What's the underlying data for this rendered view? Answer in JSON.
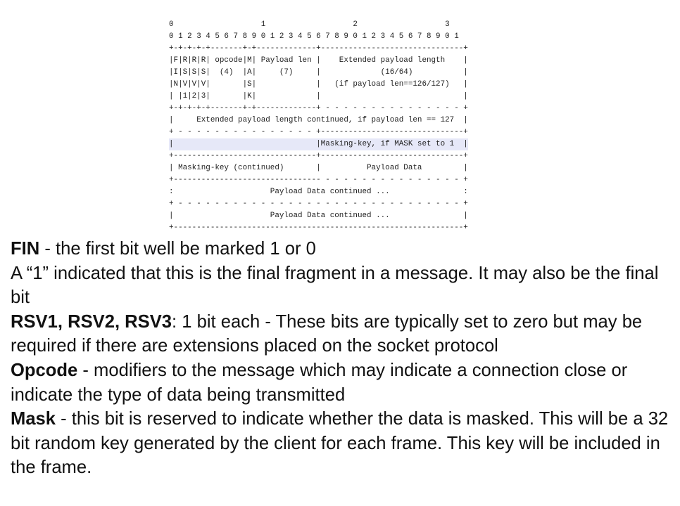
{
  "frame_diagram": {
    "lines": [
      "0                   1                   2                   3",
      "0 1 2 3 4 5 6 7 8 9 0 1 2 3 4 5 6 7 8 9 0 1 2 3 4 5 6 7 8 9 0 1",
      "+-+-+-+-+-------+-+-------------+-------------------------------+",
      "|F|R|R|R| opcode|M| Payload len |    Extended payload length    |",
      "|I|S|S|S|  (4)  |A|     (7)     |             (16/64)           |",
      "|N|V|V|V|       |S|             |   (if payload len==126/127)   |",
      "| |1|2|3|       |K|             |                               |",
      "+-+-+-+-+-------+-+-------------+ - - - - - - - - - - - - - - - +",
      "|     Extended payload length continued, if payload len == 127  |",
      "+ - - - - - - - - - - - - - - - +-------------------------------+",
      "|                               |Masking-key, if MASK set to 1  |",
      "+-------------------------------+-------------------------------+",
      "| Masking-key (continued)       |          Payload Data         |",
      "+-------------------------------- - - - - - - - - - - - - - - - +",
      ":                     Payload Data continued ...                :",
      "+ - - - - - - - - - - - - - - - - - - - - - - - - - - - - - - - +",
      "|                     Payload Data continued ...                |",
      "+---------------------------------------------------------------+"
    ],
    "highlighted_line_index": 10
  },
  "descriptions": [
    {
      "term": "FIN",
      "text": " - the first bit well be marked 1 or 0"
    },
    {
      "term": "",
      "text": "A “1” indicated that this is the final fragment in a message.  It may also be the final bit"
    },
    {
      "term": "RSV1, RSV2, RSV3",
      "text": ":  1 bit each -  These bits are typically set to zero but may be required if there are extensions placed on the socket protocol"
    },
    {
      "term": "Opcode",
      "text": " - modifiers to the message which may indicate a connection close or indicate the type of data being transmitted"
    },
    {
      "term": "Mask",
      "text": " - this bit is reserved to indicate whether the data is masked.  This will be a 32 bit random key generated by the client for each frame.  This key will be included in the frame."
    }
  ],
  "colors": {
    "highlight": "#e6e8f8",
    "text": "#111111",
    "background": "#ffffff"
  }
}
